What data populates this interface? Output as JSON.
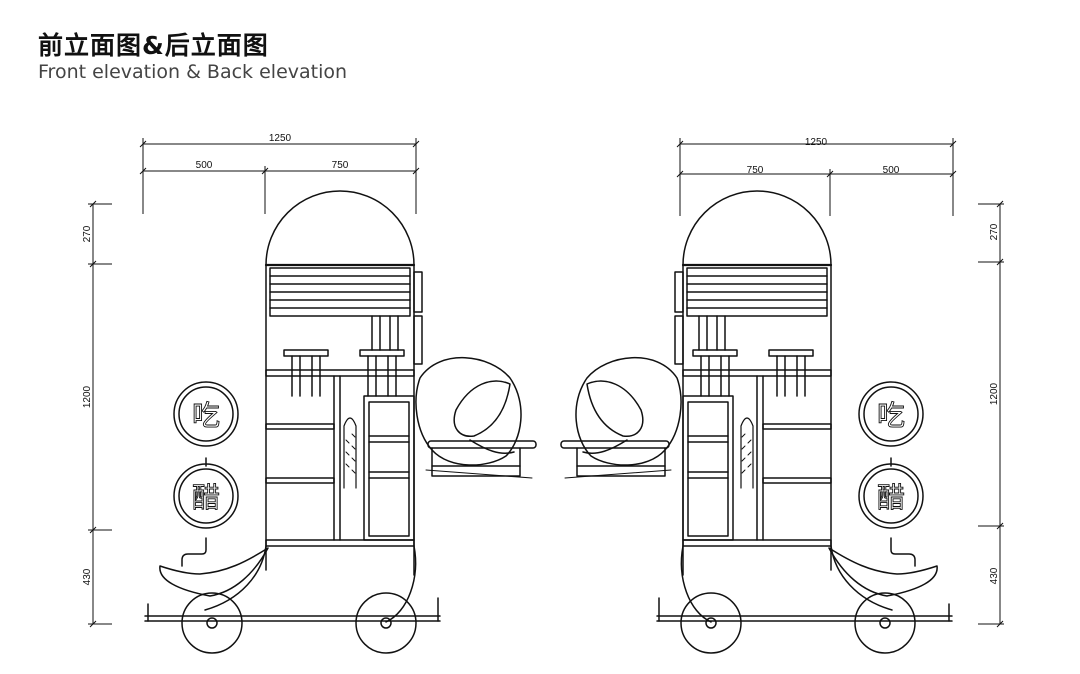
{
  "header": {
    "title": "前立面图&后立面图",
    "subtitle": "Front elevation & Back elevation"
  },
  "dimensions": {
    "total_width": "1250",
    "width_left": "500",
    "width_right": "750",
    "height_top": "270",
    "height_middle": "1200",
    "height_bottom": "430"
  },
  "sign_glyphs": {
    "upper": "吃",
    "lower": "醋"
  },
  "colors": {
    "line": "#111111",
    "background": "#ffffff"
  }
}
